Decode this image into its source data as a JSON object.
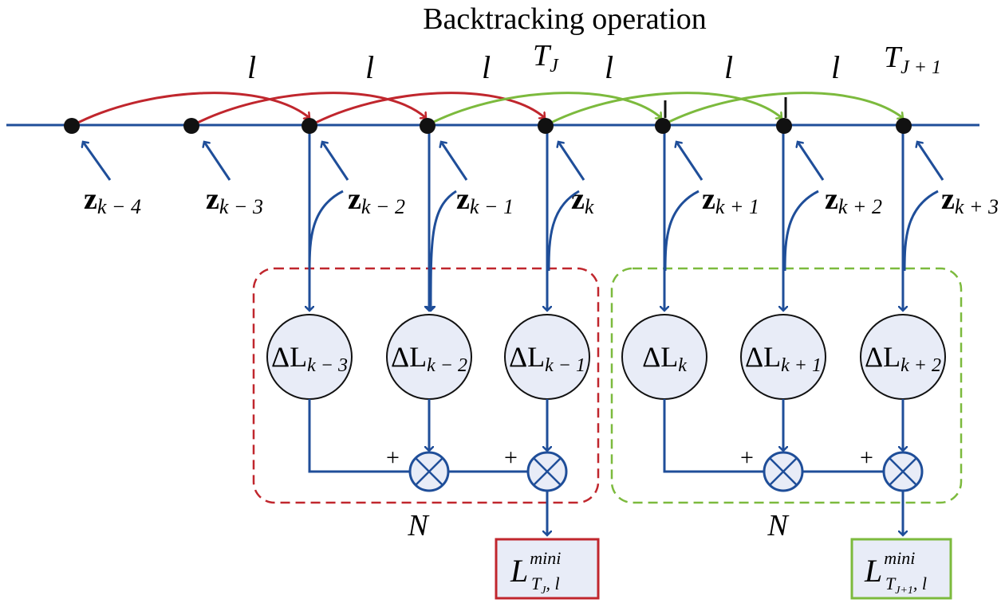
{
  "title": "Backtracking operation",
  "step_labels": [
    "l",
    "l",
    "l",
    "l",
    "l",
    "l"
  ],
  "boundaries": [
    {
      "main": "T",
      "sub": "J"
    },
    {
      "main": "T",
      "sub": "J + 1"
    }
  ],
  "measurements": [
    {
      "main": "z",
      "sub": "k − 4"
    },
    {
      "main": "z",
      "sub": "k − 3"
    },
    {
      "main": "z",
      "sub": "k − 2"
    },
    {
      "main": "z",
      "sub": "k − 1"
    },
    {
      "main": "z",
      "sub": "k"
    },
    {
      "main": "z",
      "sub": "k + 1"
    },
    {
      "main": "z",
      "sub": "k + 2"
    },
    {
      "main": "z",
      "sub": "k + 3"
    }
  ],
  "deltas": [
    {
      "main": "ΔL",
      "sub": "k − 3"
    },
    {
      "main": "ΔL",
      "sub": "k − 2"
    },
    {
      "main": "ΔL",
      "sub": "k − 1"
    },
    {
      "main": "ΔL",
      "sub": "k"
    },
    {
      "main": "ΔL",
      "sub": "k + 1"
    },
    {
      "main": "ΔL",
      "sub": "k + 2"
    }
  ],
  "plus_sign": "+",
  "window_label": "N",
  "outputs": [
    {
      "main": "L",
      "sup": "mini",
      "sub": "T",
      "subsub": "J",
      "tail": ", l"
    },
    {
      "main": "L",
      "sup": "mini",
      "sub": "T",
      "subsub": "J+1",
      "tail": ", l"
    }
  ],
  "colors": {
    "line": "#1f4e99",
    "red": "#c0262d",
    "green": "#7cba3d",
    "node_fill": "#e8ecf7",
    "dot": "#111111"
  }
}
